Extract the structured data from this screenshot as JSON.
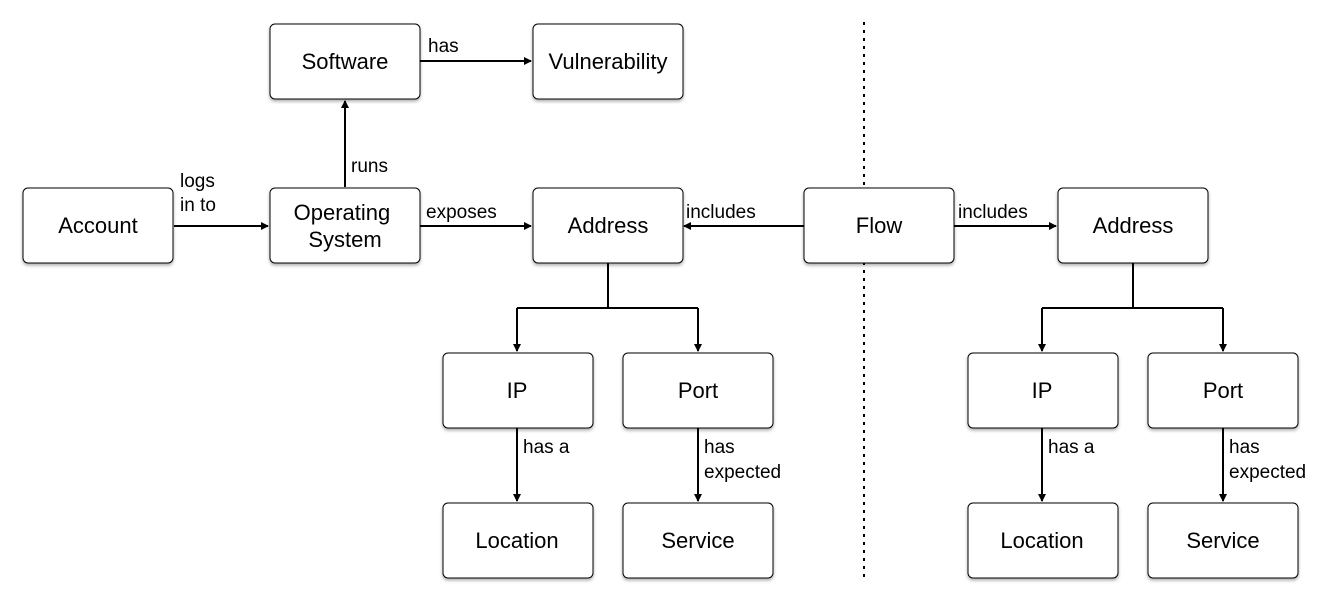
{
  "nodes": {
    "software": "Software",
    "vulnerability": "Vulnerability",
    "account": "Account",
    "operating_system": [
      "Operating",
      "System"
    ],
    "address_left": "Address",
    "flow": "Flow",
    "address_right": "Address",
    "ip_left": "IP",
    "port_left": "Port",
    "location_left": "Location",
    "service_left": "Service",
    "ip_right": "IP",
    "port_right": "Port",
    "location_right": "Location",
    "service_right": "Service"
  },
  "edges": {
    "software_has_vulnerability": "has",
    "os_runs_software": "runs",
    "account_logs_in_to_os": [
      "logs",
      "in to"
    ],
    "os_exposes_address": "exposes",
    "flow_includes_left_address": "includes",
    "flow_includes_right_address": "includes",
    "ip_has_a_location_left": "has a",
    "port_has_expected_service_left": [
      "has",
      "expected"
    ],
    "ip_has_a_location_right": "has a",
    "port_has_expected_service_right": [
      "has",
      "expected"
    ]
  }
}
